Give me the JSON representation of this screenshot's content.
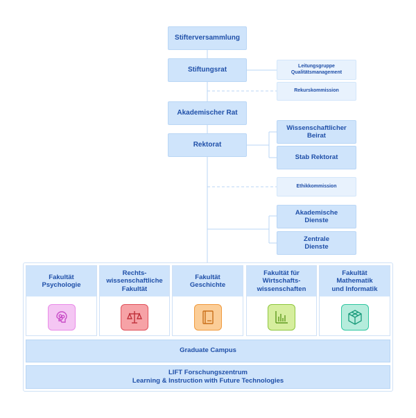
{
  "org": {
    "stifterversammlung": "Stifterversammlung",
    "stiftungsrat": "Stiftungsrat",
    "leitungsgruppe_line1": "Leitungsgruppe",
    "leitungsgruppe_line2": "Qualitätsmanagement",
    "rekurskommission": "Rekurskommission",
    "akademischer_rat": "Akademischer Rat",
    "rektorat": "Rektorat",
    "beirat_line1": "Wissenschaftlicher",
    "beirat_line2": "Beirat",
    "stab_rektorat": "Stab Rektorat",
    "ethikkommission": "Ethikkommission",
    "akad_dienste_line1": "Akademische",
    "akad_dienste_line2": "Dienste",
    "zentrale_line1": "Zentrale",
    "zentrale_line2": "Dienste"
  },
  "faculties": [
    {
      "line1": "Fakultät",
      "line2": "Psychologie",
      "line3": "",
      "icon": "brain-icon",
      "color": "#e98be8",
      "bg": "#f4c6f3"
    },
    {
      "line1": "Rechts-",
      "line2": "wissenschaftliche",
      "line3": "Fakultät",
      "icon": "scales-icon",
      "color": "#e0505a",
      "bg": "#f6a2a6"
    },
    {
      "line1": "Fakultät",
      "line2": "Geschichte",
      "line3": "",
      "icon": "book-icon",
      "color": "#f09a3e",
      "bg": "#fbcd97"
    },
    {
      "line1": "Fakultät für",
      "line2": "Wirtschafts-",
      "line3": "wissenschaften",
      "icon": "bar-chart-icon",
      "color": "#8ec63f",
      "bg": "#d6ee9e"
    },
    {
      "line1": "Fakultät",
      "line2": "Mathematik",
      "line3": "und Informatik",
      "icon": "cube-icon",
      "color": "#2fc6a0",
      "bg": "#b5ecdc"
    }
  ],
  "graduate_campus": "Graduate Campus",
  "lift_line1": "LIFT Forschungszentrum",
  "lift_line2": "Learning & Instruction with Future Technologies",
  "colors": {
    "box": "#cfe4fb",
    "light_box": "#e8f2fd",
    "text": "#1f4fa8",
    "line": "#b9d6f5"
  }
}
